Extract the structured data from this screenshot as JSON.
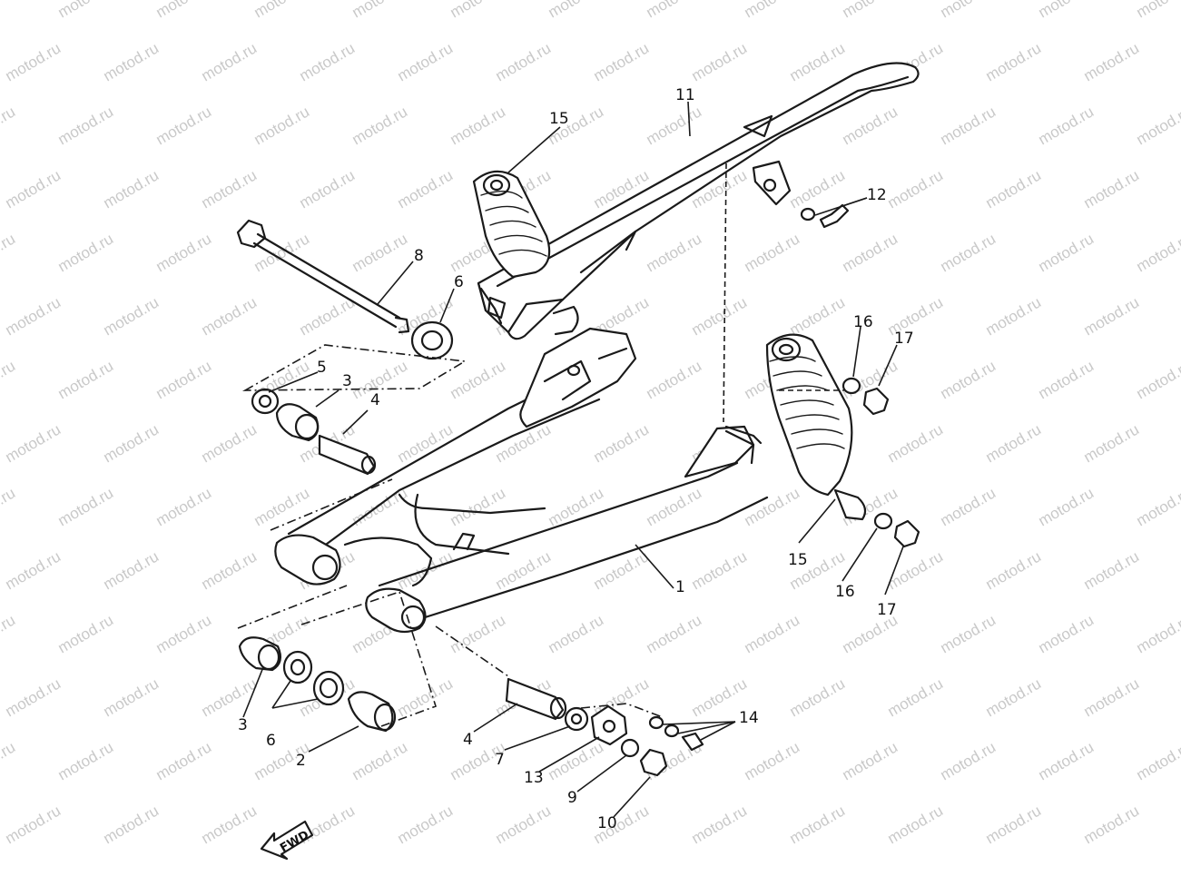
{
  "watermark": "motod.ru",
  "fwd_label": "FWD",
  "callouts": [
    {
      "id": "c1",
      "text": "1"
    },
    {
      "id": "c2",
      "text": "2"
    },
    {
      "id": "c3a",
      "text": "3"
    },
    {
      "id": "c3b",
      "text": "3"
    },
    {
      "id": "c4a",
      "text": "4"
    },
    {
      "id": "c4b",
      "text": "4"
    },
    {
      "id": "c5",
      "text": "5"
    },
    {
      "id": "c6a",
      "text": "6"
    },
    {
      "id": "c6b",
      "text": "6"
    },
    {
      "id": "c7",
      "text": "7"
    },
    {
      "id": "c8",
      "text": "8"
    },
    {
      "id": "c9",
      "text": "9"
    },
    {
      "id": "c10",
      "text": "10"
    },
    {
      "id": "c11",
      "text": "11"
    },
    {
      "id": "c12",
      "text": "12"
    },
    {
      "id": "c13",
      "text": "13"
    },
    {
      "id": "c14",
      "text": "14"
    },
    {
      "id": "c15a",
      "text": "15"
    },
    {
      "id": "c15b",
      "text": "15"
    },
    {
      "id": "c16a",
      "text": "16"
    },
    {
      "id": "c16b",
      "text": "16"
    },
    {
      "id": "c17a",
      "text": "17"
    },
    {
      "id": "c17b",
      "text": "17"
    }
  ],
  "colors": {
    "ink": "#1a1a1a",
    "watermark": "#c9c9c9",
    "background": "#ffffff"
  }
}
